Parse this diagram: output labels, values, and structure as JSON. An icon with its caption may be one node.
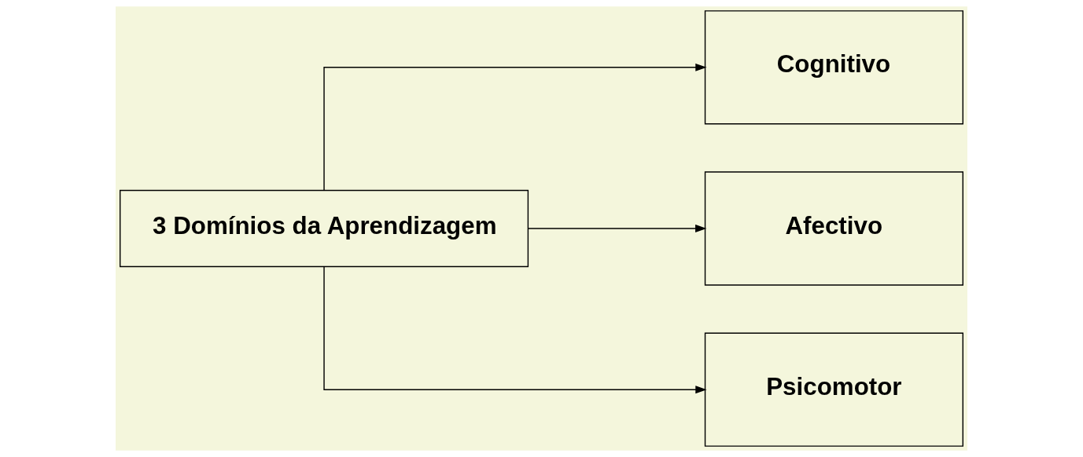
{
  "diagram": {
    "nodes": [
      {
        "text": [
          "3 Domínios da Aprendizagem"
        ]
      },
      {
        "text": [
          "Cognitivo"
        ]
      },
      {
        "text": [
          "Afectivo"
        ]
      },
      {
        "text": [
          "Psicomotor"
        ]
      }
    ],
    "edges": [
      {
        "from": 0,
        "to": 1,
        "arrow": "to"
      },
      {
        "from": 0,
        "to": 2,
        "arrow": "to"
      },
      {
        "from": 0,
        "to": 3,
        "arrow": "to"
      }
    ]
  }
}
